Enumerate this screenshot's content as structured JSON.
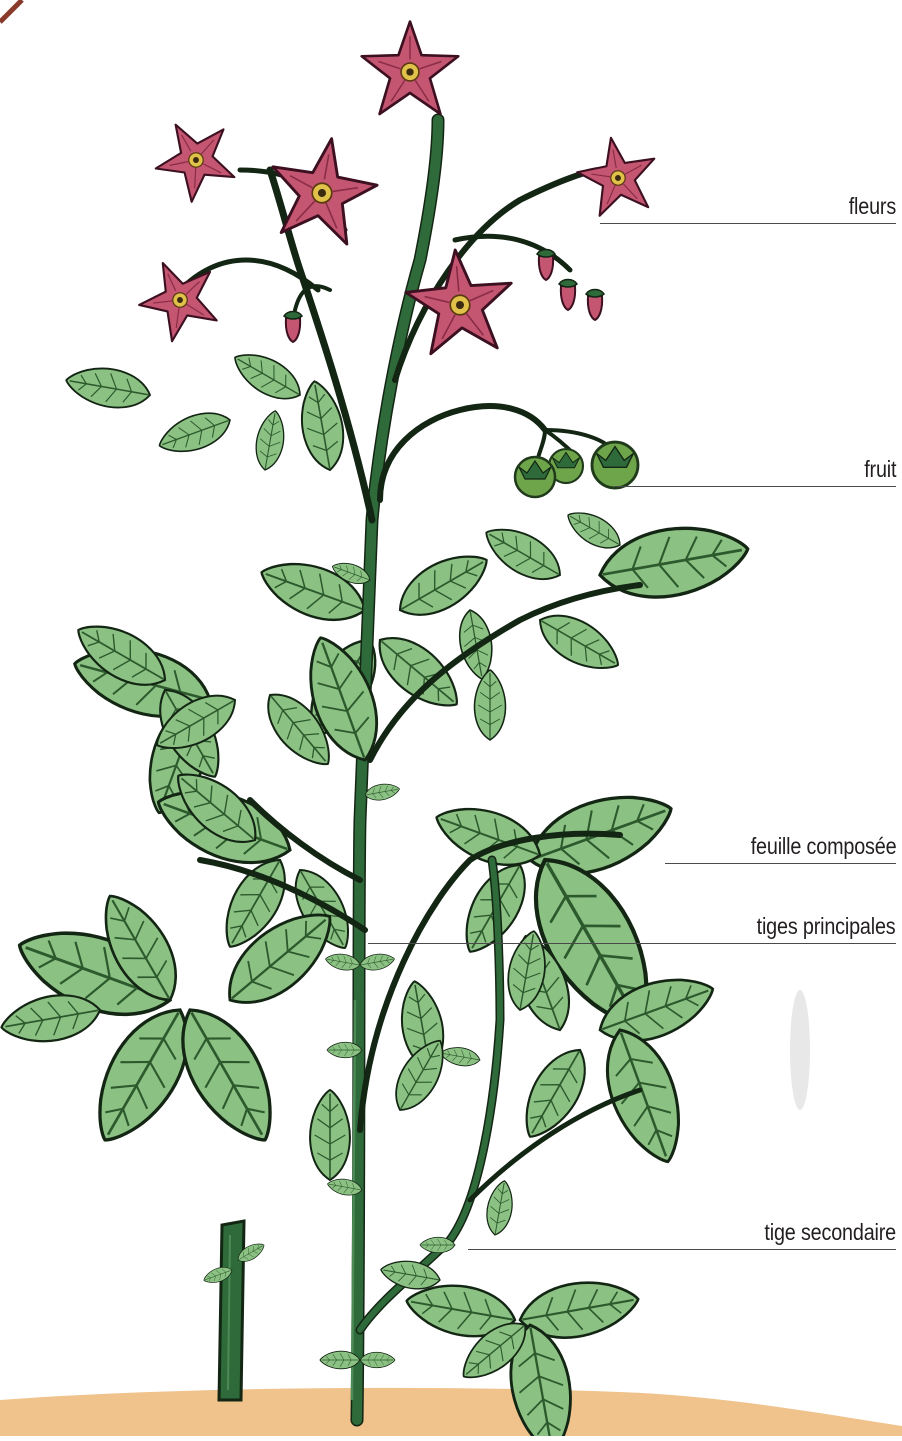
{
  "labels": {
    "flowers": "fleurs",
    "fruit": "fruit",
    "compound_leaf": "feuille composée",
    "main_stems": "tiges principales",
    "secondary_stem": "tige secondaire"
  },
  "colors": {
    "leaf_fill": "#8cc184",
    "leaf_vein": "#2d5a2d",
    "leaf_outline": "#132513",
    "stem": "#2f6a3a",
    "petal": "#c45672",
    "petal_outline": "#3c1020",
    "stamen": "#e0c24a",
    "fruit": "#6fa54a",
    "soil": "#f0c28c",
    "leader_line": "#4a4a4a",
    "corner_mark": "#8a3a2a"
  }
}
